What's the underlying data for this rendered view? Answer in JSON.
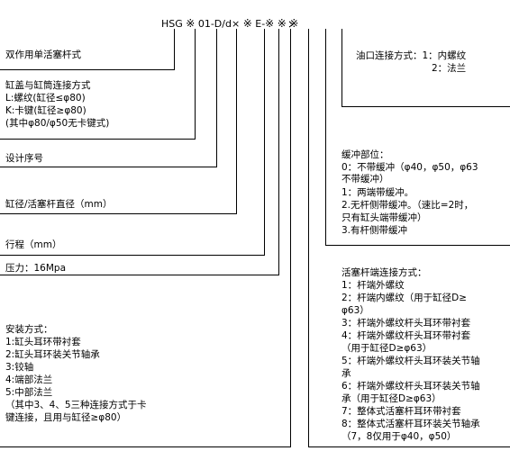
{
  "code": {
    "prefix": "HSG",
    "mark": "※",
    "series": "01-D/d×",
    "sep": "E-"
  },
  "left": {
    "type": "双作用单活塞杆式",
    "cover": [
      "缸盖与缸筒连接方式",
      "L:螺纹(缸径≤φ80)",
      "K:卡键(缸径≥φ80)",
      "(其中φ80/φ50无卡键式)"
    ],
    "design_no": "设计序号",
    "bore": "缸径/活塞杆直径（mm）",
    "stroke": "行程（mm）",
    "pressure": "压力：16Mpa",
    "mount": [
      "安装方式：",
      "1:缸头耳环带衬套",
      "2:缸头耳环装关节轴承",
      "3:铰轴",
      "4:端部法兰",
      "5:中部法兰",
      "（其中3、4、5三种连接方式于卡",
      "键连接，且用与缸径≥φ80）"
    ]
  },
  "right": {
    "port": [
      "油口连接方式：1：内螺纹",
      "2：法兰"
    ],
    "cushion": [
      "缓冲部位：",
      "0：不带缓冲（φ40，φ50，φ63",
      "不带缓冲）",
      "1：两端带缓冲。",
      "2.无杆侧带缓冲。（速比=2时，",
      "只有缸头端带缓冲）",
      "3.有杆侧带缓冲"
    ],
    "rod_end": [
      "活塞杆端连接方式：",
      "1：杆端外螺纹",
      "2：杆端内螺纹（用于缸径D≥",
      "φ63）",
      "3：杆端外螺纹杆头耳环带衬套",
      "4：杆端外螺纹杆头耳环带衬套",
      "（用于缸径D≥φ63）",
      "5：杆端外螺纹杆头耳环装关节轴",
      "承",
      "6：杆端外螺纹杆头耳环装关节轴",
      "承（用于缸径D≥φ63）",
      "7：整体式活塞杆耳环带衬套",
      "8：整体式活塞杆耳环装关节轴承",
      "（7，8仅用于φ40，φ50）"
    ]
  }
}
